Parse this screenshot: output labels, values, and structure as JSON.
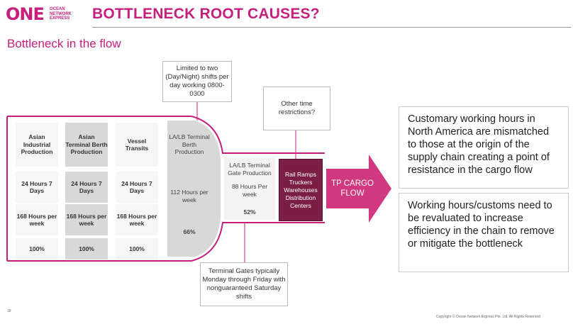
{
  "header": {
    "logo_text": "ONE",
    "logo_sub": "OCEAN\nNETWORK\nEXPRESS",
    "title": "BOTTLENECK ROOT CAUSES?"
  },
  "subtitle": "Bottleneck in the flow",
  "colors": {
    "brand": "#c6207e",
    "dark_box": "#7a1e44",
    "light_gray": "#d8d8d8"
  },
  "callouts": {
    "shifts": "Limited to two (Day/Night) shifts per day working 0800-0300",
    "other": "Other time restrictions?",
    "gates": "Terminal Gates typically Monday through Friday with nonguaranteed Saturday shifts"
  },
  "grid": {
    "headers": [
      "Asian Industrial Production",
      "Asian Terminal Berth Production",
      "Vessel Transits"
    ],
    "rows": [
      [
        "24 Hours 7 Days",
        "24 Hours 7 Days",
        "24 Hours 7 Days"
      ],
      [
        "168 Hours per week",
        "168 Hours per week",
        "168 Hours per week"
      ],
      [
        "100%",
        "100%",
        "100%"
      ]
    ]
  },
  "berth": {
    "title": "LA/LB Terminal Berth Production",
    "hours": "112 Hours per week",
    "percent": "66%"
  },
  "gate": {
    "title": "LA/LB Terminal Gate Production",
    "hours": "88 Hours Per week",
    "percent": "52%"
  },
  "dest_box": "Rail Ramps Truckers Warehouses Distribution Centers",
  "arrow_label": "TP CARGO FLOW",
  "notes": [
    "Customary working hours in North America are mismatched to those at the origin of the supply chain creating a point of resistance in the cargo flow",
    "Working hours/customs need to be revaluated to increase efficiency in the chain to remove or mitigate the bottleneck"
  ],
  "footer": {
    "page": "18",
    "copyright": "Copyright © Ocean Network Express Pte. Ltd. All Rights Reserved"
  }
}
